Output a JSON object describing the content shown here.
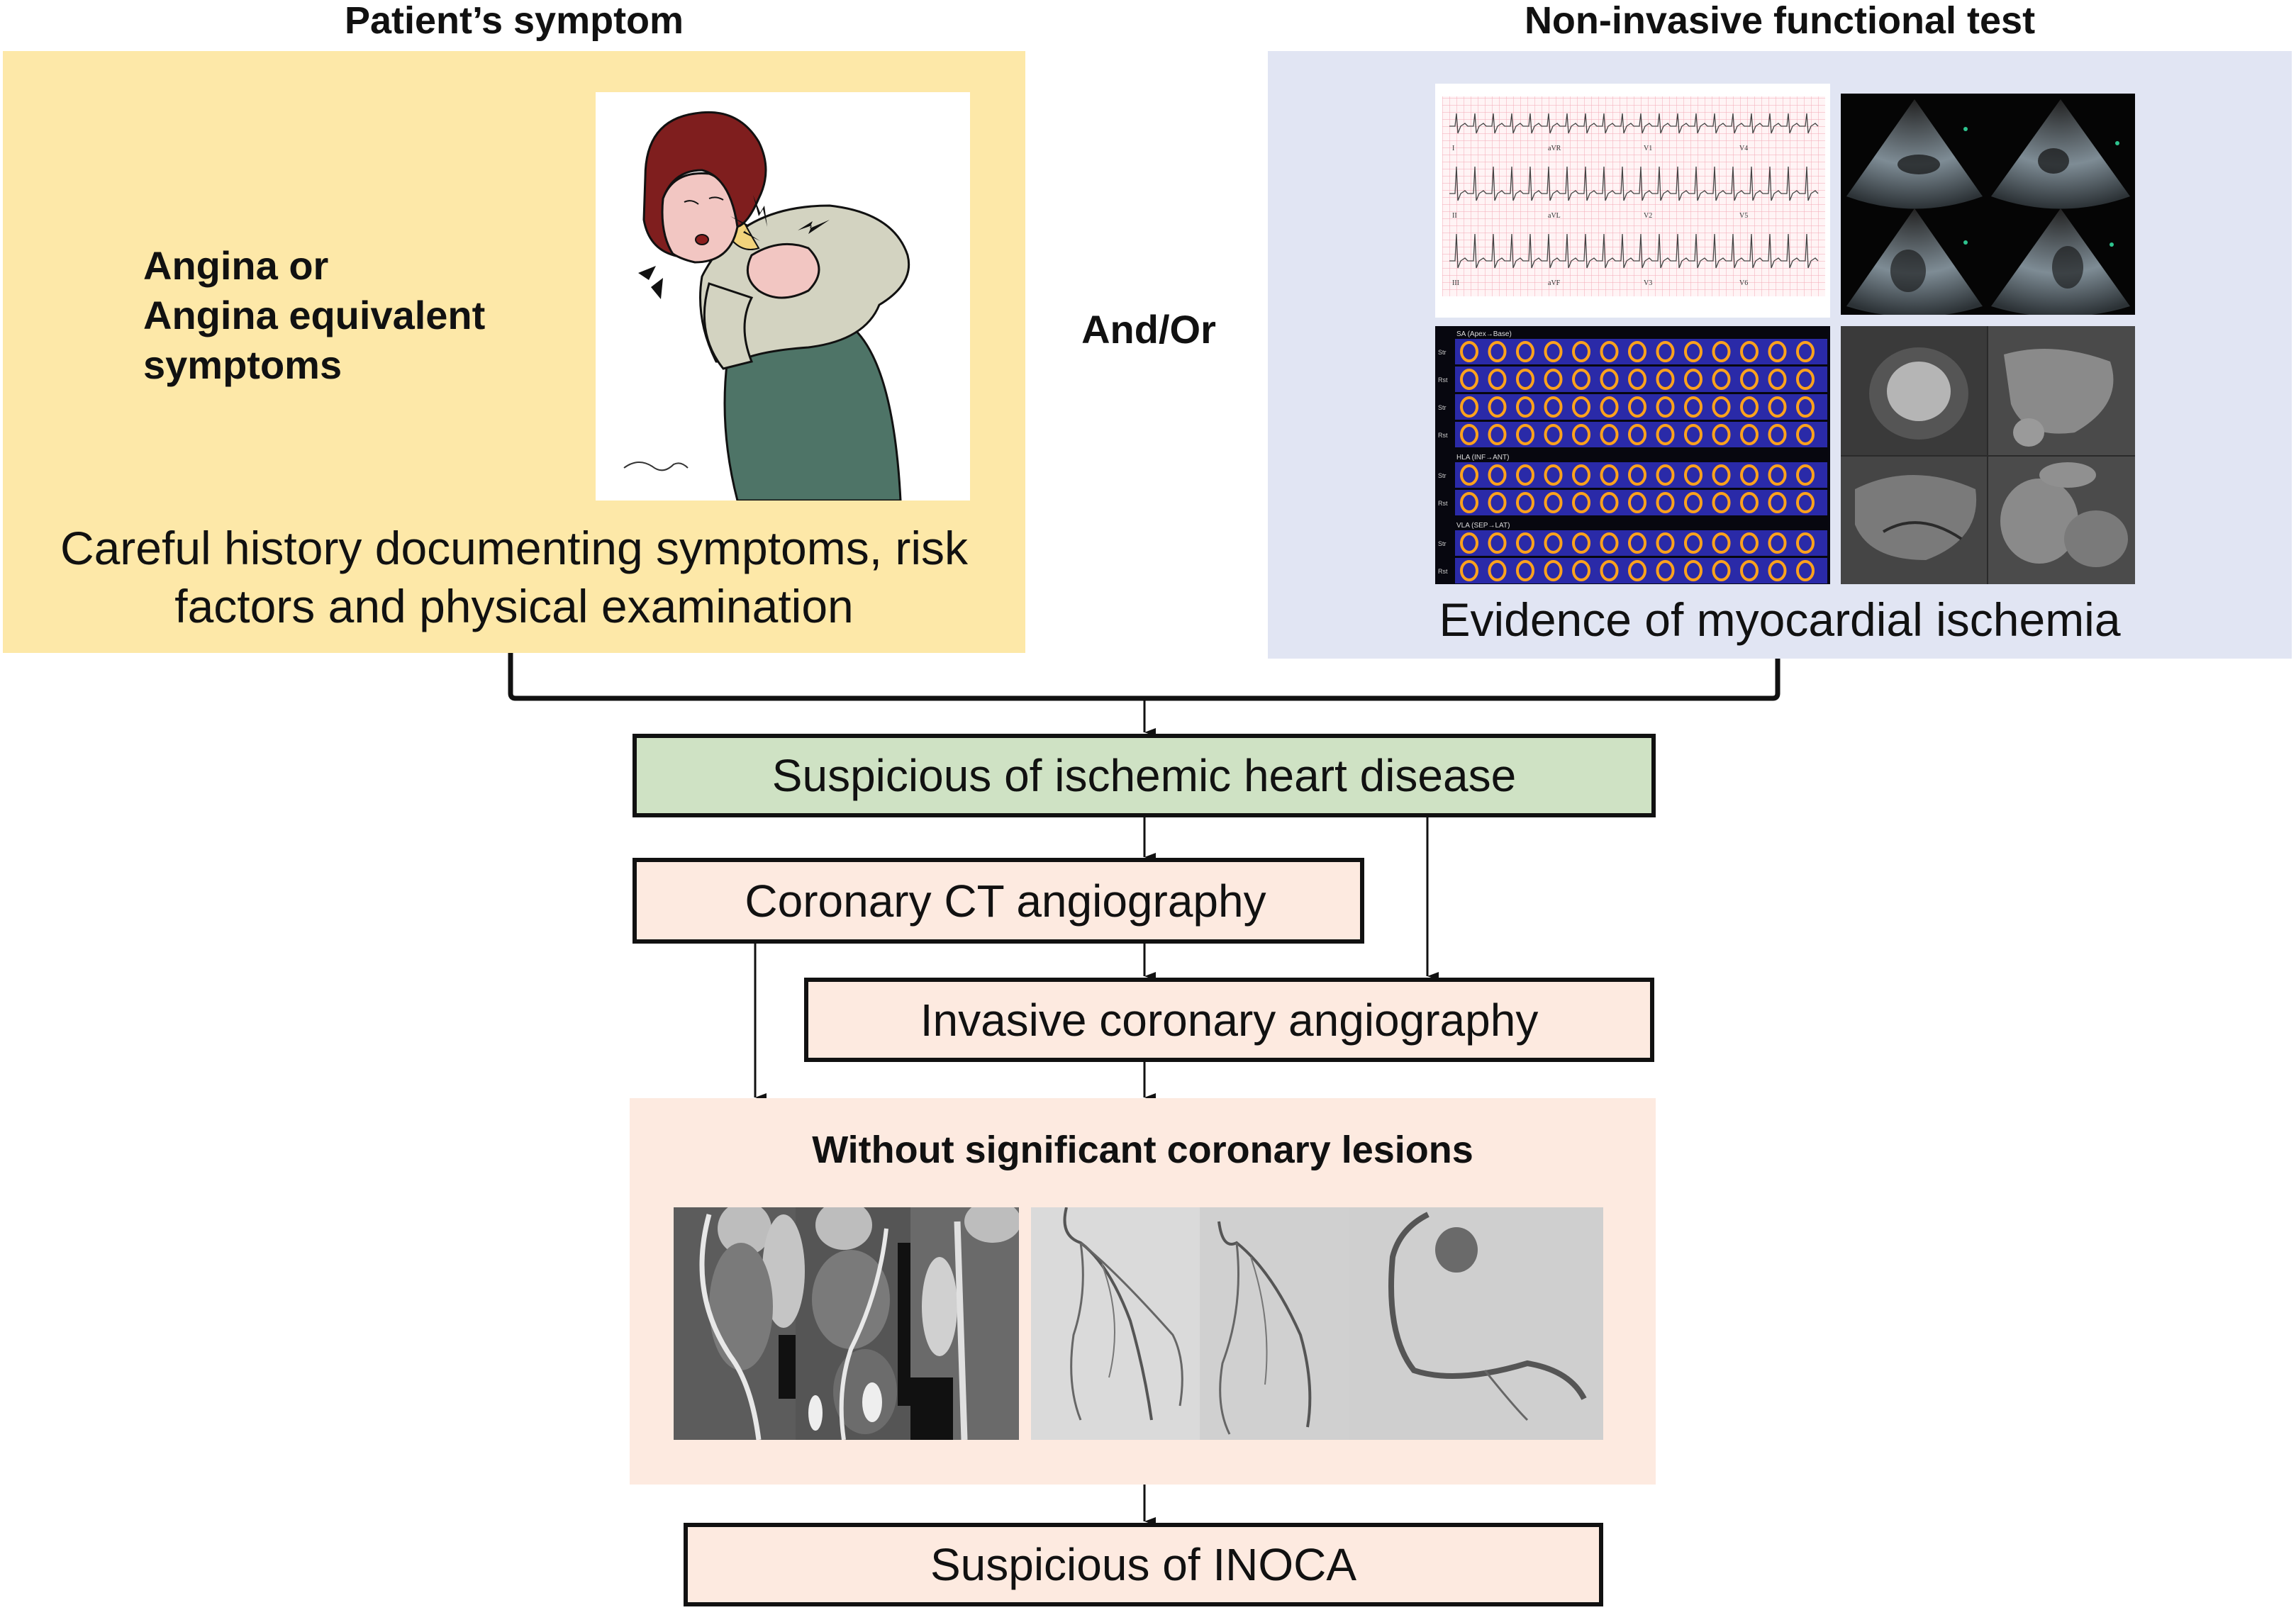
{
  "headers": {
    "left": "Patient’s symptom",
    "right": "Non-invasive functional test"
  },
  "symptom_panel": {
    "heading_lines": [
      "Angina or",
      "Angina equivalent",
      "symptoms"
    ],
    "caption_lines": [
      "Careful history documenting symptoms, risk",
      "factors and physical examination"
    ],
    "illustration": "woman-chest-pain-illustration",
    "colors": {
      "background": "#FDE8A8"
    }
  },
  "connector": {
    "label": "And/Or"
  },
  "test_panel": {
    "caption": "Evidence of myocardial ischemia",
    "images": [
      "ecg-image",
      "echocardiography-image",
      "spect-perfusion-image",
      "cardiac-mri-image"
    ],
    "ecg_leads": [
      [
        "I",
        "aVR",
        "V1",
        "V4"
      ],
      [
        "II",
        "aVL",
        "V2",
        "V5"
      ],
      [
        "III",
        "aVF",
        "V3",
        "V6"
      ]
    ],
    "spect_sections": [
      {
        "label": "SA (Apex→Base)",
        "rows": [
          "Str",
          "Rst",
          "Str",
          "Rst"
        ]
      },
      {
        "label": "HLA (INF→ANT)",
        "rows": [
          "Str",
          "Rst"
        ]
      },
      {
        "label": "VLA (SEP→LAT)",
        "rows": [
          "Str",
          "Rst"
        ]
      }
    ],
    "colors": {
      "background": "#E1E5F3"
    }
  },
  "flow": {
    "suspicious_ihd": "Suspicious of ischemic heart disease",
    "ccta": "Coronary CT angiography",
    "ica": "Invasive coronary angiography",
    "no_lesions": "Without significant coronary lesions",
    "inoca": "Suspicious of INOCA",
    "lesion_images": [
      "coronary-ct-images",
      "invasive-angiography-images"
    ],
    "colors": {
      "green": "#CFE2C4",
      "peach": "#FDEAE0",
      "line": "#111111"
    }
  }
}
